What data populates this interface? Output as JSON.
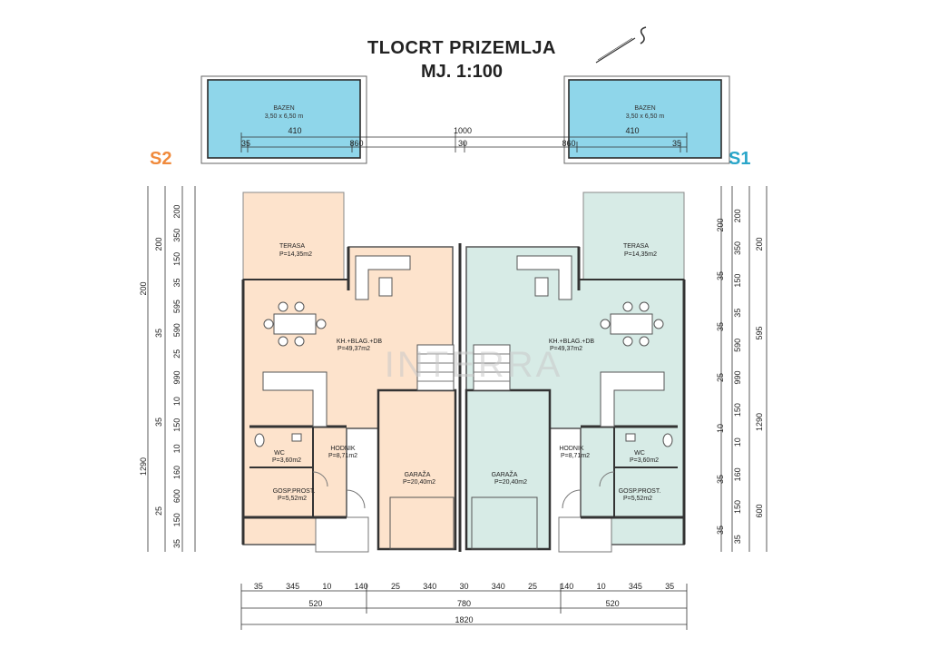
{
  "title": "TLOCRT PRIZEMLJA",
  "scale": "MJ. 1:100",
  "units": {
    "left": "S2",
    "right": "S1"
  },
  "colors": {
    "s2": "#f08a3c",
    "s1": "#2aa6c9",
    "pool": "#8fd6ea",
    "s2_fill": "#fde3cc",
    "s1_fill": "#d7ebe6"
  },
  "watermark": "INTERRA",
  "pools": [
    {
      "name": "BAZEN",
      "size": "3,50 x 6,50 m"
    },
    {
      "name": "BAZEN",
      "size": "3,50 x 6,50 m"
    }
  ],
  "top_dims": {
    "d35a": "35",
    "d410a": "410",
    "d860a": "860",
    "d1000": "1000",
    "d30": "30",
    "d860b": "860",
    "d410b": "410",
    "d35b": "35"
  },
  "rooms": {
    "s2_terasa": {
      "name": "TERASA",
      "area": "P=14,35m2"
    },
    "s1_terasa": {
      "name": "TERASA",
      "area": "P=14,35m2"
    },
    "s2_kuhinja": {
      "name": "KH.+BLAG.+DB",
      "area": "P=49,37m2"
    },
    "s1_kuhinja": {
      "name": "KH.+BLAG.+DB",
      "area": "P=49,37m2"
    },
    "s2_wc": {
      "name": "WC",
      "area": "P=3,60m2"
    },
    "s1_wc": {
      "name": "WC",
      "area": "P=3,60m2"
    },
    "s2_hodnik": {
      "name": "HODNIK",
      "area": "P=8,71m2"
    },
    "s1_hodnik": {
      "name": "HODNIK",
      "area": "P=8,71m2"
    },
    "s2_gosp": {
      "name": "GOSP.PROST.",
      "area": "P=5,52m2"
    },
    "s1_gosp": {
      "name": "GOSP.PROST.",
      "area": "P=5,52m2"
    },
    "s2_garaza": {
      "name": "GARAŽA",
      "area": "P=20,40m2"
    },
    "s1_garaza": {
      "name": "GARAŽA",
      "area": "P=20,40m2"
    }
  },
  "left_dims": {
    "c1": [
      "200",
      "350",
      "150",
      "35",
      "595",
      "590",
      "25",
      "990",
      "10",
      "150",
      "10",
      "160",
      "600",
      "150",
      "35"
    ],
    "c2": [
      "200",
      "1290"
    ],
    "c3": [
      "200",
      "35",
      "35",
      "25"
    ]
  },
  "right_dims": {
    "c1": [
      "200",
      "35",
      "35",
      "25",
      "10",
      "35",
      "35"
    ],
    "c2": [
      "200",
      "350",
      "150",
      "35",
      "590",
      "990",
      "150",
      "10",
      "160",
      "150",
      "35"
    ],
    "c3": [
      "200",
      "595",
      "1290",
      "600"
    ]
  },
  "bottom_dims": {
    "row1": [
      "35",
      "345",
      "10",
      "140",
      "25",
      "340",
      "30",
      "340",
      "25",
      "140",
      "10",
      "345",
      "35"
    ],
    "row2": [
      "520",
      "780",
      "520"
    ],
    "row3": [
      "1820"
    ]
  }
}
